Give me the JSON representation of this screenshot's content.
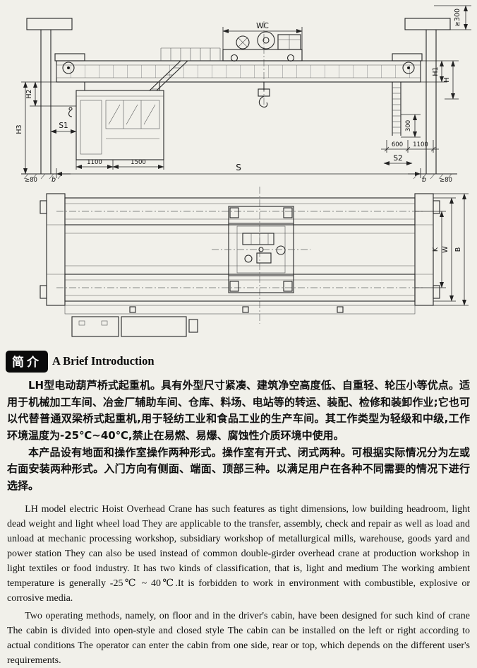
{
  "doc": {
    "intro_badge": "简介",
    "intro_title": "A Brief Introduction",
    "cn_para1": "LH型电动葫芦桥式起重机。具有外型尺寸紧凑、建筑净空高度低、自重轻、轮压小等优点。适用于机械加工车间、冶金厂辅助车间、仓库、料场、电站等的转运、装配、检修和装卸作业;它也可以代替普通双梁桥式起重机,用于轻纺工业和食品工业的生产车间。其工作类型为轻级和中级,工作环境温度为-25℃~40℃,禁止在易燃、易爆、腐蚀性介质环境中使用。",
    "cn_para2": "本产品设有地面和操作室操作两种形式。操作室有开式、闭式两种。可根据实际情况分为左或右面安装两种形式。入门方向有侧面、端面、顶部三种。以满足用户在各种不同需要的情况下进行选择。",
    "en_para1": "LH model electric Hoist Overhead Crane has such features as tight dimensions, low building headroom, light dead weight and light wheel load They are applicable to the transfer, assembly, check and repair as well as load and unload at mechanic processing workshop, subsidiary workshop of metallurgical mills, warehouse, goods yard and power station They can also be used instead of common double-girder overhead crane at production workshop in light textiles or food industry. It has two kinds of classification, that is, light and medium The working ambient temperature is generally -25℃ ~ 40℃.It is forbidden to work in environment with combustible, explosive or corrosive media.",
    "en_para2": "Two operating methods, namely, on floor and in the driver's cabin, have been designed for such kind of crane The cabin is divided into open-style and closed style The cabin can be installed on the left or right according to actual conditions The operator can enter the cabin from one side, rear or top, which depends on the different user's requirements."
  },
  "elevation": {
    "wc": "WC",
    "ge300": "≥300",
    "h1": "H1",
    "h": "H",
    "h2": "H2",
    "h3": "H3",
    "s1": "S1",
    "s2": "S2",
    "s": "S",
    "d1100": "1100",
    "d1500": "1500",
    "d300": "300",
    "d600": "600",
    "d1100b": "1100",
    "ge80_left": "≥80",
    "ge80_right": "≥80",
    "b_left": "b",
    "b_right": "b"
  },
  "plan": {
    "k": "K",
    "w": "W",
    "b": "B"
  }
}
